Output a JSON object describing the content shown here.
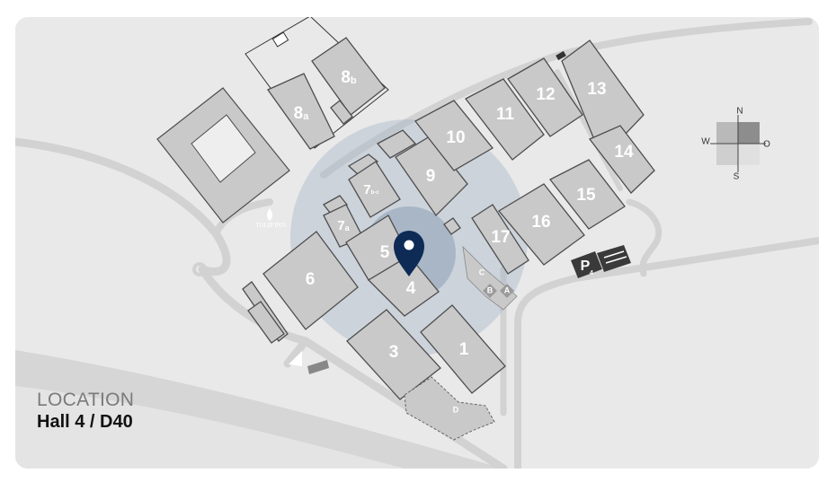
{
  "location": {
    "label": "LOCATION",
    "value": "Hall 4 / D40"
  },
  "halls": [
    "1",
    "3",
    "4",
    "5",
    "6",
    "7a",
    "7b-c",
    "8a",
    "8b",
    "9",
    "10",
    "11",
    "12",
    "13",
    "14",
    "15",
    "16",
    "17"
  ],
  "hall_labels": {
    "h1": "1",
    "h3": "3",
    "h4": "4",
    "h5": "5",
    "h6": "6",
    "h7a": "7",
    "h7a_sub": "a",
    "h7bc": "7",
    "h7bc_sub": "b-c",
    "h8a": "8",
    "h8a_sub": "a",
    "h8b": "8",
    "h8b_sub": "b",
    "h9": "9",
    "h10": "10",
    "h11": "11",
    "h12": "12",
    "h13": "13",
    "h14": "14",
    "h15": "15",
    "h16": "16",
    "h17": "17"
  },
  "entrances": {
    "a": "A",
    "b": "B",
    "c": "C",
    "d": "D"
  },
  "hotel": "TULIP INN",
  "parking": {
    "label": "P",
    "sub": "4"
  },
  "compass": {
    "n": "N",
    "s": "S",
    "w": "W",
    "o": "O"
  },
  "highlighted_hall": "4",
  "colors": {
    "background": "#e9e9e9",
    "hall_fill": "#c9c9c9",
    "marker": "#0d2b55",
    "highlight_ring": "#8fa3bd"
  },
  "icons": {
    "marker": "location-pin-icon",
    "compass": "compass-icon",
    "parking": "parking-icon"
  }
}
